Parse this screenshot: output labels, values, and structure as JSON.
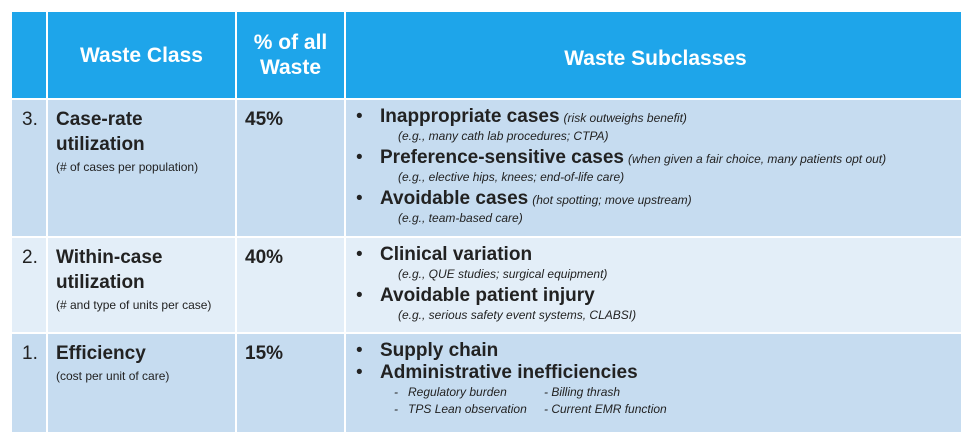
{
  "header": {
    "num": "",
    "class": "Waste Class",
    "pct": "% of all Waste",
    "sub": "Waste Subclasses"
  },
  "rows": [
    {
      "num": "3.",
      "title": "Case-rate utilization",
      "note": "(# of cases per population)",
      "pct": "45%",
      "items": [
        {
          "title": "Inappropriate cases",
          "note": "(risk outweighs benefit)",
          "example": "(e.g., many cath lab procedures; CTPA)"
        },
        {
          "title": "Preference-sensitive cases",
          "note": "(when given a fair choice, many patients opt out)",
          "example": "(e.g., elective hips, knees; end-of-life care)"
        },
        {
          "title": "Avoidable cases",
          "note": "(hot spotting; move upstream)",
          "example": "(e.g., team-based care)"
        }
      ]
    },
    {
      "num": "2.",
      "title": "Within-case utilization",
      "note": "(# and type of units per case)",
      "pct": "40%",
      "items": [
        {
          "title": "Clinical variation",
          "example": "(e.g., QUE studies; surgical equipment)"
        },
        {
          "title": "Avoidable patient injury",
          "example": "(e.g., serious safety event systems, CLABSI)"
        }
      ]
    },
    {
      "num": "1.",
      "title": "Efficiency",
      "note": "(cost per unit of care)",
      "pct": "15%",
      "items": [
        {
          "title": "Supply chain"
        },
        {
          "title": "Administrative inefficiencies"
        }
      ],
      "subitems": [
        "Regulatory burden",
        "Billing thrash",
        "TPS Lean observation",
        "Current EMR function"
      ]
    }
  ],
  "bullet": "•",
  "dash": "-",
  "colors": {
    "header": "#1ea5ea",
    "row_dark": "#c6dcf0",
    "row_light": "#e3eef8"
  }
}
